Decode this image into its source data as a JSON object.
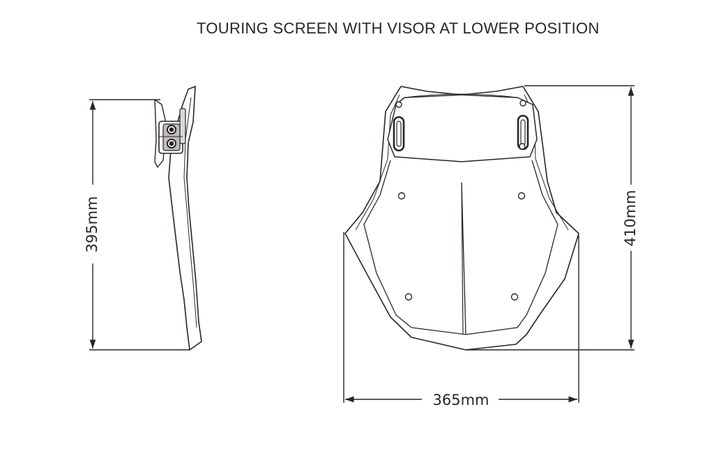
{
  "title": "TOURING SCREEN WITH VISOR AT LOWER POSITION",
  "dimensions": {
    "side_height": "395mm",
    "front_height": "410mm",
    "front_width": "365mm"
  },
  "colors": {
    "line": "#2b2422",
    "text": "#2b2422",
    "background": "#ffffff"
  }
}
